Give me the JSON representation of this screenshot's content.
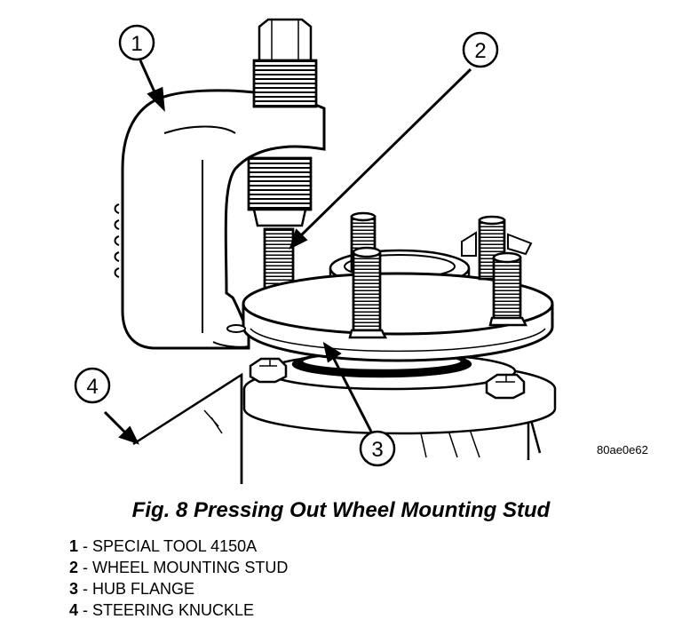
{
  "figure": {
    "caption": "Fig. 8 Pressing Out Wheel Mounting Stud",
    "image_code": "80ae0e62",
    "callouts": [
      "1",
      "2",
      "3",
      "4"
    ]
  },
  "legend": [
    {
      "number": "1",
      "separator": " - ",
      "label": "SPECIAL TOOL 4150A"
    },
    {
      "number": "2",
      "separator": " - ",
      "label": "WHEEL MOUNTING STUD"
    },
    {
      "number": "3",
      "separator": " - ",
      "label": "HUB FLANGE"
    },
    {
      "number": "4",
      "separator": " - ",
      "label": "STEERING KNUCKLE"
    }
  ]
}
